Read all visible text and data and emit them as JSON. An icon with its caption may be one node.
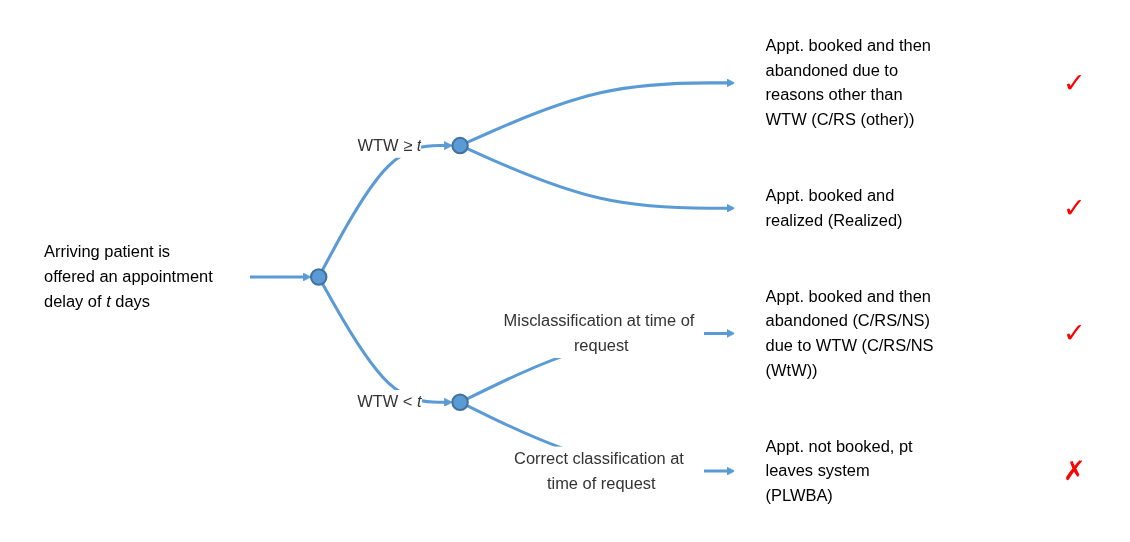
{
  "diagram": {
    "nodes": [
      {
        "text": [
          "Arriving patient is offered an appointment delay of *t* days"
        ]
      },
      {
        "text": [],
        "shape": "circle"
      },
      {
        "text": [],
        "shape": "circle"
      },
      {
        "text": [],
        "shape": "circle"
      },
      {
        "text": [
          "Appt. booked and then abandoned due to reasons other than WTW (C/RS (other))"
        ],
        "beside": [
          "✓"
        ]
      },
      {
        "text": [
          "Appt. booked and realized (Realized)"
        ],
        "beside": [
          "✓"
        ]
      },
      {
        "text": [
          "Appt. booked and then abandoned (C/RS/NS) due to WTW (C/RS/NS (WtW))"
        ],
        "beside": [
          "✓"
        ]
      },
      {
        "text": [
          "Appt. not booked, pt leaves system (PLWBA)"
        ],
        "beside": [
          "✗"
        ]
      }
    ],
    "edges": [
      {
        "from": 0,
        "to": 1,
        "arrow": "to"
      },
      {
        "from": 1,
        "to": 2,
        "arrow": "to",
        "label": "WTW ≥ *t*"
      },
      {
        "from": 1,
        "to": 3,
        "arrow": "to",
        "label": "WTW < *t*"
      },
      {
        "from": 2,
        "to": 4,
        "arrow": "to"
      },
      {
        "from": 2,
        "to": 5,
        "arrow": "to"
      },
      {
        "from": 3,
        "to": 6,
        "arrow": "to",
        "label": "Misclassification at time of request"
      },
      {
        "from": 3,
        "to": 7,
        "arrow": "to",
        "label": "Correct classification at time of request"
      }
    ]
  }
}
